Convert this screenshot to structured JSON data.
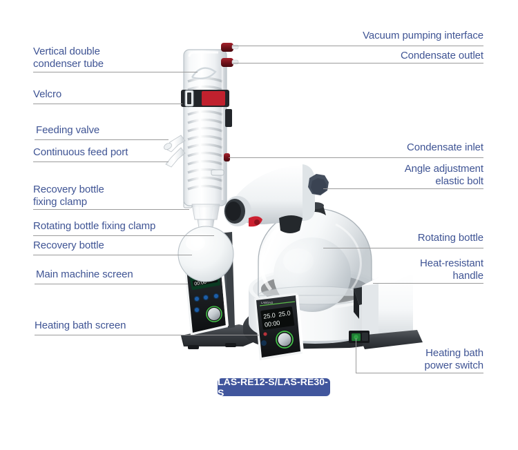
{
  "diagram": {
    "product_model_badge": "LAS-RE12-S/LAS-RE30-S",
    "accent_color": "#41569d",
    "label_color": "#3f5494",
    "leader_line_color": "#9a9a9a",
    "background": "#ffffff"
  },
  "labels_left": [
    {
      "id": "vertical-double-condenser-tube",
      "line1": "Vertical double",
      "line2": "condenser tube"
    },
    {
      "id": "velcro",
      "line1": "Velcro",
      "line2": ""
    },
    {
      "id": "feeding-valve",
      "line1": "Feeding valve",
      "line2": ""
    },
    {
      "id": "continuous-feed-port",
      "line1": "Continuous feed port",
      "line2": ""
    },
    {
      "id": "recovery-bottle-fixing-clamp",
      "line1": "Recovery bottle",
      "line2": "fixing clamp"
    },
    {
      "id": "rotating-bottle-fixing-clamp",
      "line1": "Rotating bottle fixing clamp",
      "line2": ""
    },
    {
      "id": "recovery-bottle",
      "line1": "Recovery bottle",
      "line2": ""
    },
    {
      "id": "main-machine-screen",
      "line1": "Main machine screen",
      "line2": ""
    },
    {
      "id": "heating-bath-screen",
      "line1": "Heating bath screen",
      "line2": ""
    }
  ],
  "labels_right": [
    {
      "id": "vacuum-pumping-interface",
      "line1": "Vacuum pumping interface",
      "line2": ""
    },
    {
      "id": "condensate-outlet",
      "line1": "Condensate outlet",
      "line2": ""
    },
    {
      "id": "condensate-inlet",
      "line1": "Condensate inlet",
      "line2": ""
    },
    {
      "id": "angle-adjustment-elastic-bolt",
      "line1": "Angle adjustment",
      "line2": "elastic bolt"
    },
    {
      "id": "rotating-bottle",
      "line1": "Rotating bottle",
      "line2": ""
    },
    {
      "id": "heat-resistant-handle",
      "line1": "Heat-resistant",
      "line2": "handle"
    },
    {
      "id": "heating-bath-power-switch",
      "line1": "Heating bath",
      "line2": "power switch"
    }
  ]
}
